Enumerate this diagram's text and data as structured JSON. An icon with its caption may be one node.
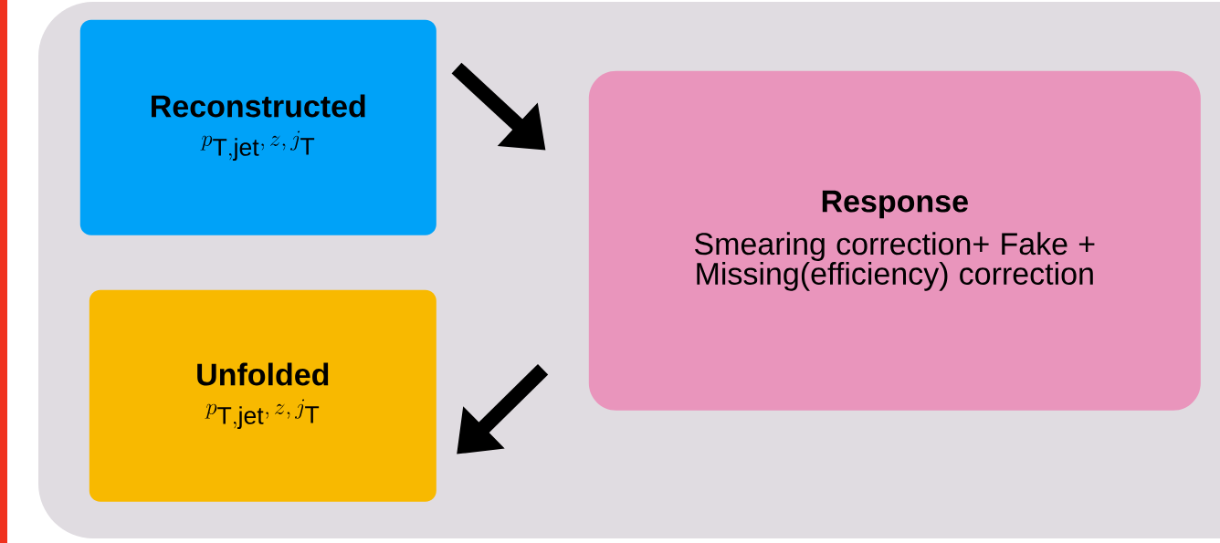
{
  "diagram": {
    "nodes": [
      {
        "text": [],
        "shape": "box"
      },
      {
        "text": [
          "Reconstructed",
          "p_{\\mathrm{T,jet}}, z, j_{\\mathrm{T}}"
        ],
        "in": 0
      },
      {
        "text": [
          "Response",
          "Smearing correction+ Fake + Missing(efficiency) correction"
        ],
        "in": 0
      },
      {
        "text": [
          "Unfolded",
          "p_{\\mathrm{T,jet}}, z, j_{\\mathrm{T}}"
        ],
        "in": 0
      }
    ],
    "edges": [
      {
        "from": 1,
        "to": 2,
        "arrow": "to"
      },
      {
        "from": 2,
        "to": 3,
        "arrow": "to"
      }
    ]
  }
}
